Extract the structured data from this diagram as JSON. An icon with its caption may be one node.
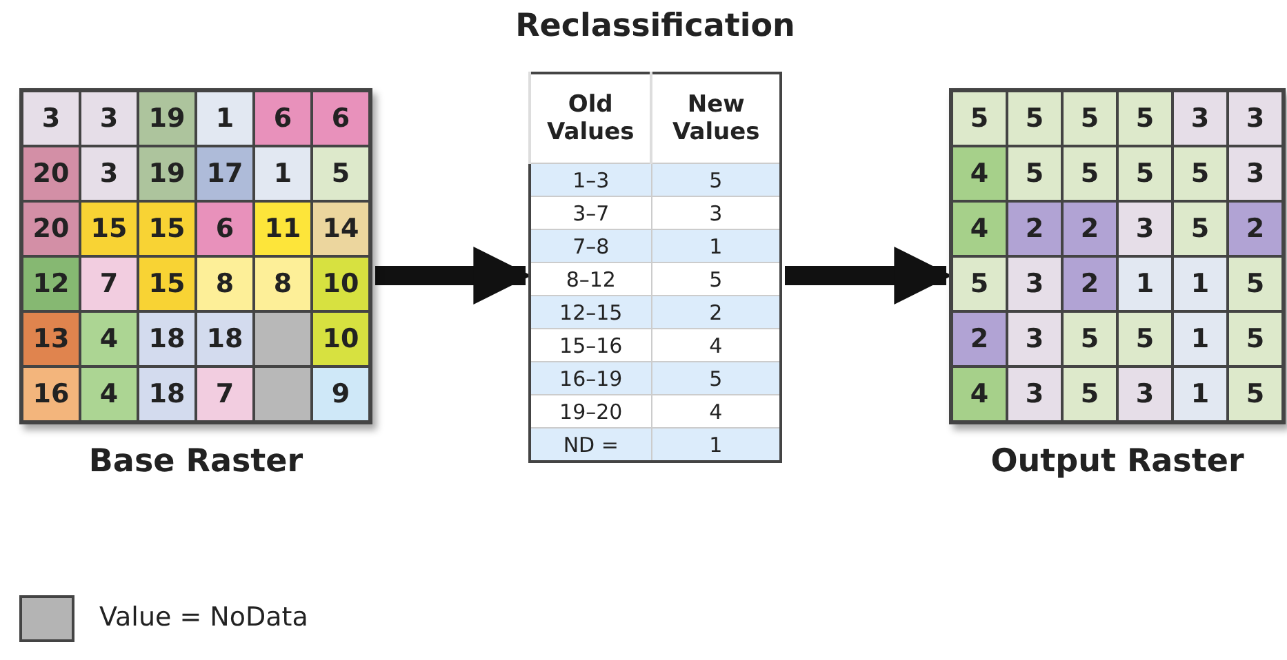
{
  "diagram": {
    "title": "Reclassification",
    "nodes": [
      {
        "text": [
          "3",
          "3",
          "19",
          "1",
          "6",
          "6",
          "20",
          "3",
          "19",
          "17",
          "1",
          "5",
          "20",
          "15",
          "15",
          "6",
          "11",
          "14",
          "12",
          "7",
          "15",
          "8",
          "8",
          "10",
          "13",
          "4",
          "18",
          "18",
          "10",
          "16",
          "4",
          "18",
          "7",
          "9",
          "Base Raster"
        ]
      },
      {
        "text": [
          "Old Values",
          "New Values",
          "1–3",
          "5",
          "3–7",
          "3",
          "7–8",
          "1",
          "8–12",
          "5",
          "12–15",
          "2",
          "15–16",
          "4",
          "16–19",
          "5",
          "19–20",
          "4",
          "ND =",
          "1"
        ]
      },
      {
        "text": [
          "5",
          "5",
          "5",
          "5",
          "3",
          "3",
          "4",
          "5",
          "5",
          "5",
          "5",
          "3",
          "4",
          "2",
          "2",
          "3",
          "5",
          "2",
          "5",
          "3",
          "2",
          "1",
          "1",
          "5",
          "2",
          "3",
          "5",
          "5",
          "1",
          "5",
          "4",
          "3",
          "5",
          "3",
          "1",
          "5",
          "Output Raster"
        ]
      }
    ],
    "edges": [
      {
        "from": 0,
        "to": 1,
        "arrow": "to"
      },
      {
        "from": 1,
        "to": 2,
        "arrow": "to"
      }
    ],
    "legend": [
      {
        "text": "Value = NoData",
        "color": "#b4b4b4"
      }
    ]
  }
}
